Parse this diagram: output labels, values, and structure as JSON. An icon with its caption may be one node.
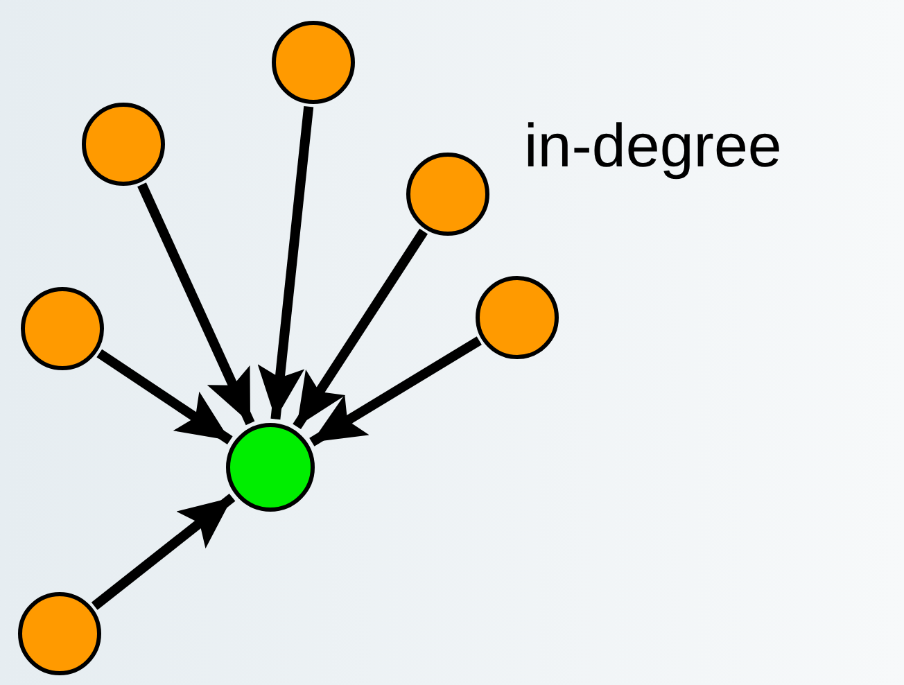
{
  "diagram": {
    "nodes": [
      {
        "text": [],
        "shape": "circle"
      },
      {
        "text": [],
        "shape": "circle"
      },
      {
        "text": [],
        "shape": "circle"
      },
      {
        "text": [],
        "shape": "circle"
      },
      {
        "text": [],
        "shape": "circle"
      },
      {
        "text": [],
        "shape": "circle"
      },
      {
        "text": [],
        "shape": "circle"
      }
    ],
    "edges": [
      {
        "from": 0,
        "to": 5,
        "arrow": "to"
      },
      {
        "from": 1,
        "to": 5,
        "arrow": "to"
      },
      {
        "from": 2,
        "to": 5,
        "arrow": "to"
      },
      {
        "from": 3,
        "to": 5,
        "arrow": "to"
      },
      {
        "from": 4,
        "to": 5,
        "arrow": "to"
      },
      {
        "from": 6,
        "to": 5,
        "arrow": "to"
      }
    ],
    "labels": [
      "in-degree"
    ]
  }
}
